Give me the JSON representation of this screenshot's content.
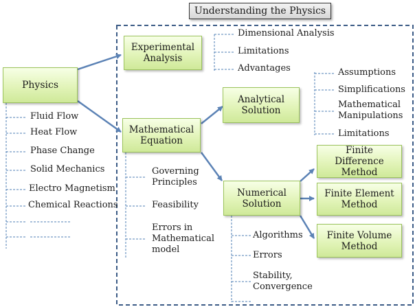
{
  "title": "Understanding the Physics",
  "colors": {
    "arrow": "#5b82b5",
    "dashed_frame": "#3a5a85",
    "bracket": "#4f7fb5",
    "node_fill": "#e2f4b9",
    "node_border": "#9ac25a"
  },
  "nodes": {
    "physics": "Physics",
    "experimental_analysis": "Experimental\nAnalysis",
    "mathematical_equation": "Mathematical\nEquation",
    "analytical_solution": "Analytical\nSolution",
    "numerical_solution": "Numerical\nSolution",
    "finite_difference": "Finite Difference\nMethod",
    "finite_element": "Finite Element\nMethod",
    "finite_volume": "Finite Volume\nMethod"
  },
  "physics_topics": [
    "Fluid Flow",
    "Heat Flow",
    "Phase Change",
    "Solid Mechanics",
    "Electro Magnetism",
    "Chemical Reactions"
  ],
  "experimental_items": [
    "Dimensional Analysis",
    "Limitations",
    "Advantages"
  ],
  "analytical_items": [
    "Assumptions",
    "Simplifications",
    "Mathematical\nManipulations",
    "Limitations"
  ],
  "equation_items": [
    "Governing\nPrinciples",
    "Feasibility",
    "Errors in\nMathematical\nmodel"
  ],
  "numerical_items": [
    "Algorithms",
    "Errors",
    "Stability,\nConvergence"
  ]
}
